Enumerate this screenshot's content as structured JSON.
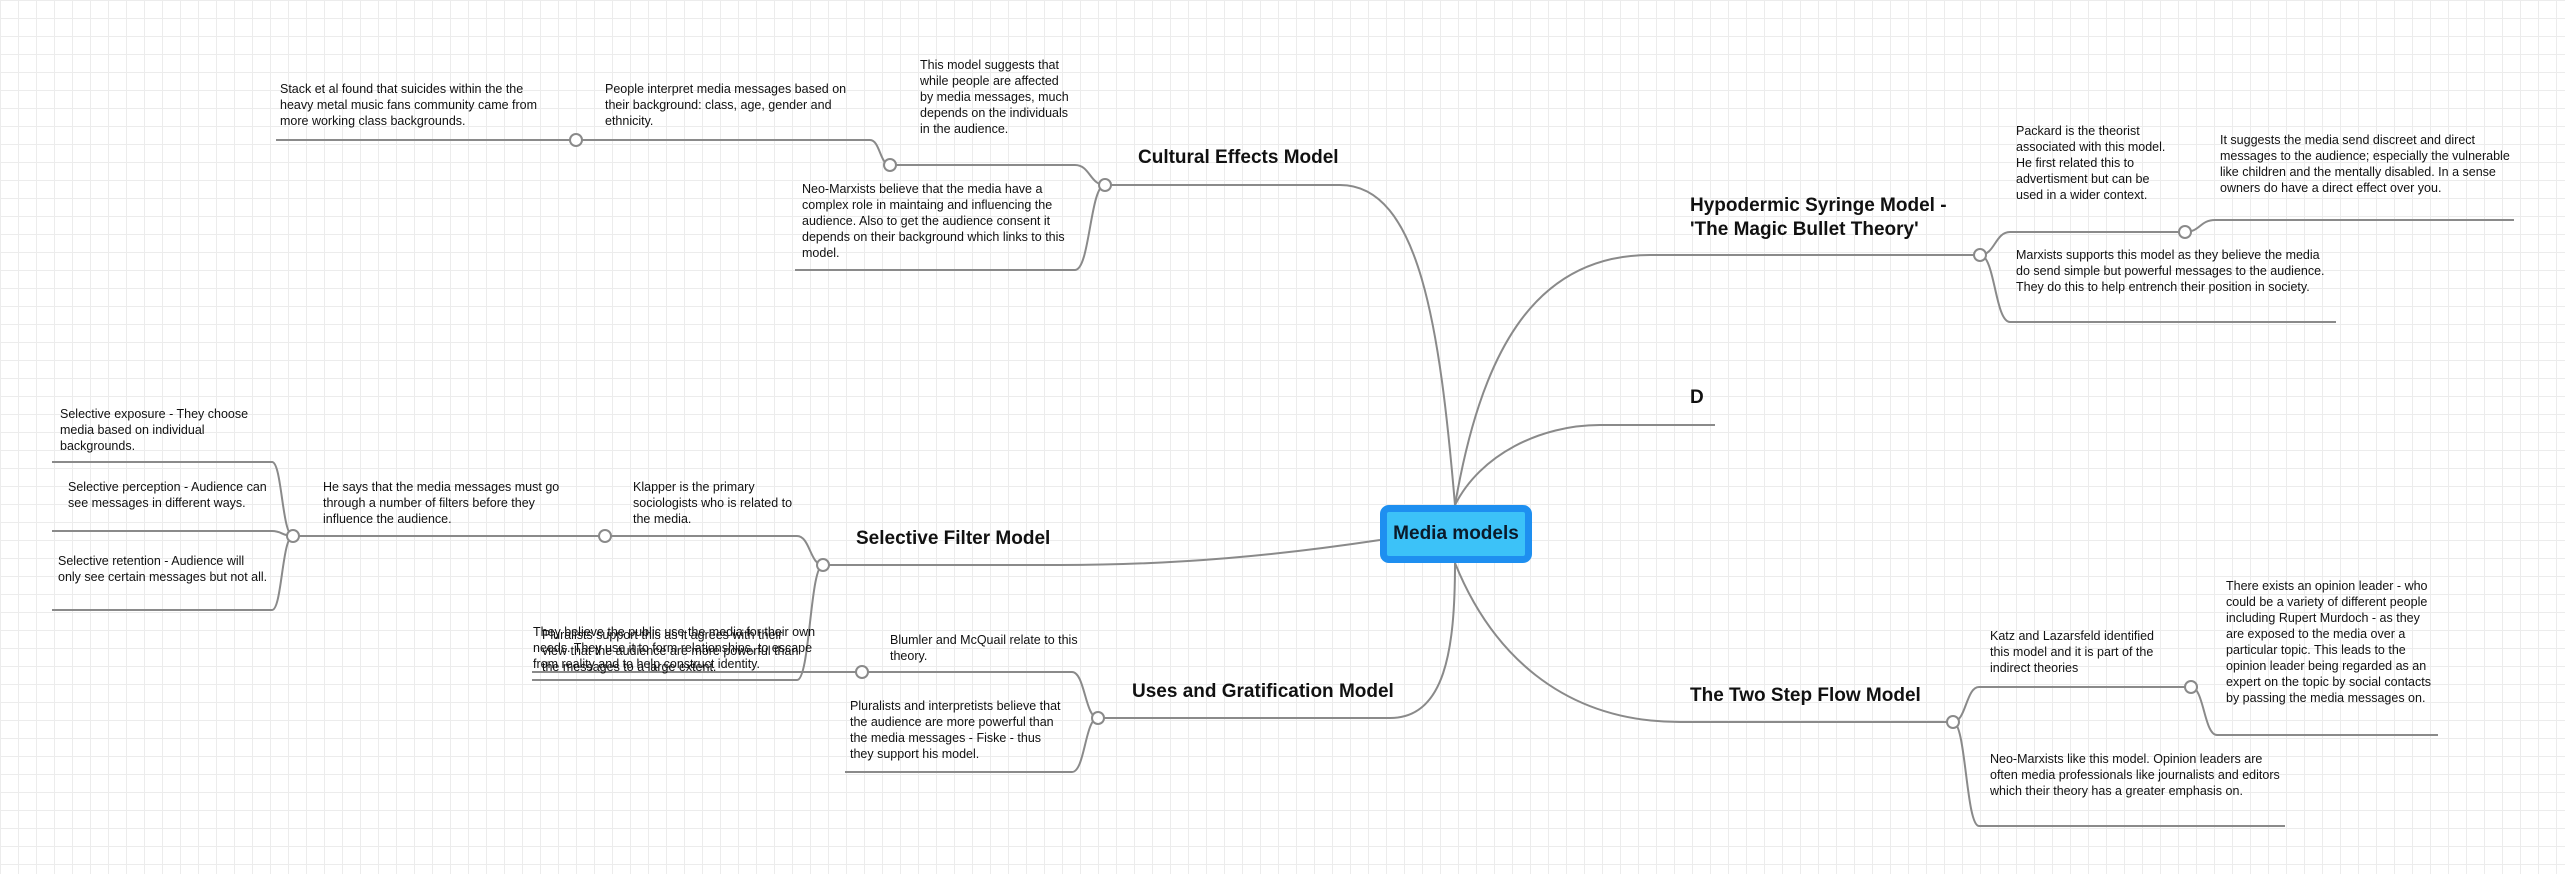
{
  "central": "Media models",
  "topics": {
    "cultural": "Cultural Effects Model",
    "hypodermic": "Hypodermic Syringe Model - 'The Magic Bullet Theory'",
    "d": "D",
    "selective": "Selective Filter Model",
    "uses": "Uses and Gratification Model",
    "twostep": "The Two Step Flow Model"
  },
  "notes": {
    "stack": "Stack et al found that suicides within the the heavy metal music fans community came from more working class backgrounds.",
    "interpret": "People interpret media messages based on their background: class, age, gender and ethnicity.",
    "suggests": "This model suggests that while people are affected by media messages, much depends on the individuals in the audience.",
    "neomarxists_cultural": "Neo-Marxists believe that the media have a complex role in maintaing and influencing the audience.  Also to get the audience consent it depends on their background which links to this model.",
    "packard": "Packard is the theorist associated with this model.  He first related this to advertisment but can be used in a wider context.",
    "discreet": "It suggests the media send discreet and direct messages to the audience; especially the vulnerable like children and the mentally disabled.  In a sense owners do have a direct effect over you.",
    "marxists": "Marxists supports this model as they believe the media do send simple but powerful messages to the audience.  They do this to help entrench their position in society.",
    "exposure": "Selective exposure - They choose media based on individual backgrounds.",
    "perception": "Selective perception - Audience can see messages in different ways.",
    "retention": "Selective retention - Audience will only see certain messages but not all.",
    "filters": "He says that the media messages must go through a number of filters before they influence the audience.",
    "klapper": "Klapper is the primary sociologists who is related to the media.",
    "overlap1": "They believe the public use the media for their own needs.  They use it to form relationships, to escape from reality and to help construct identity.",
    "overlap2": "Pluralists support this as it agrees with their view that the audience are more powerful than the messages to a large extent.",
    "blumler": "Blumler and McQuail relate to this theory.",
    "pluralists": "Pluralists and interpretists believe that the audience are more powerful than the media messages - Fiske - thus they support his model.",
    "katz": "Katz and Lazarsfeld identified this model and it is part of the indirect theories",
    "leader": "There exists an opinion leader - who could be a variety of different people including Rupert Murdoch - as they are exposed to the media over a particular topic.  This leads to the opinion leader being regarded as an expert on the topic by social contacts by passing the media messages on.",
    "neomarxists_twostep": "Neo-Marxists like this model.  Opinion leaders are often media professionals like journalists and editors which their theory has a greater emphasis on."
  },
  "colors": {
    "line": "#8a8a8a",
    "central_fill": "#3cc2f8",
    "central_border": "#1e8ff0"
  }
}
